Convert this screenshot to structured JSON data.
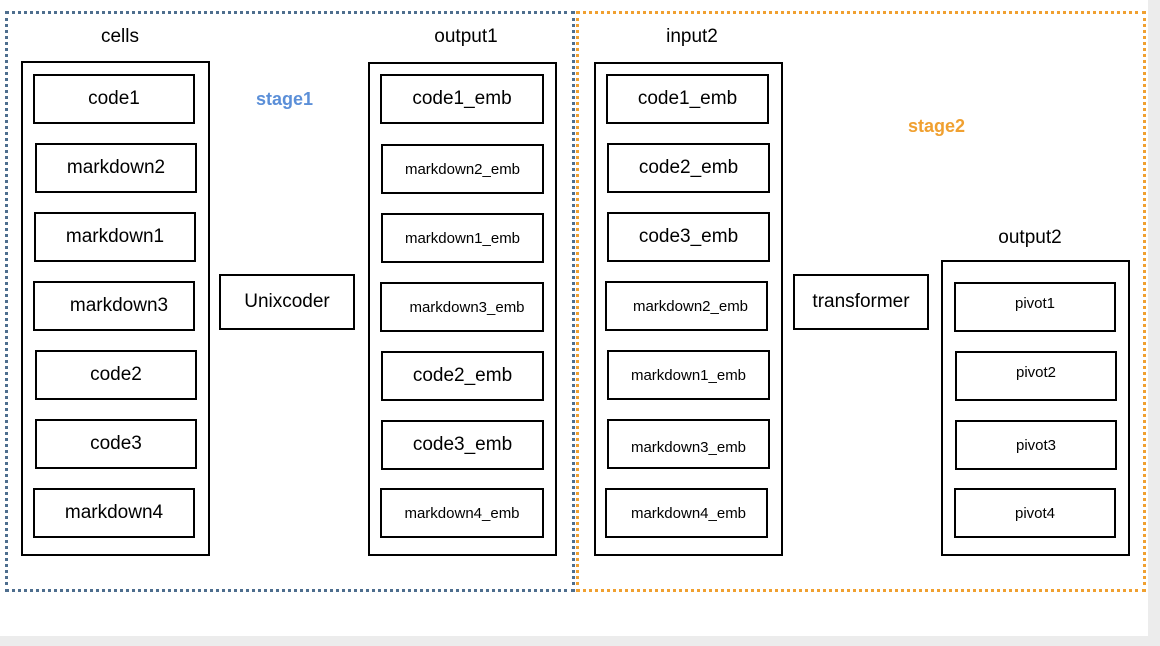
{
  "stage1": {
    "label": "stage1",
    "color": "#5b8fd8",
    "border_color": "#4e6e8e",
    "processor": "Unixcoder",
    "columns": [
      {
        "title": "cells",
        "items": [
          "code1",
          "markdown2",
          "markdown1",
          "markdown3",
          "code2",
          "code3",
          "markdown4"
        ]
      },
      {
        "title": "output1",
        "items": [
          "code1_emb",
          "markdown2_emb",
          "markdown1_emb",
          "markdown3_emb",
          "code2_emb",
          "code3_emb",
          "markdown4_emb"
        ]
      }
    ]
  },
  "stage2": {
    "label": "stage2",
    "color": "#f0a030",
    "border_color": "#f0a030",
    "processor": "transformer",
    "columns": [
      {
        "title": "input2",
        "items": [
          "code1_emb",
          "code2_emb",
          "code3_emb",
          "markdown2_emb",
          "markdown1_emb",
          "markdown3_emb",
          "markdown4_emb"
        ]
      },
      {
        "title": "output2",
        "items": [
          "pivot1",
          "pivot2",
          "pivot3",
          "pivot4"
        ]
      }
    ]
  }
}
